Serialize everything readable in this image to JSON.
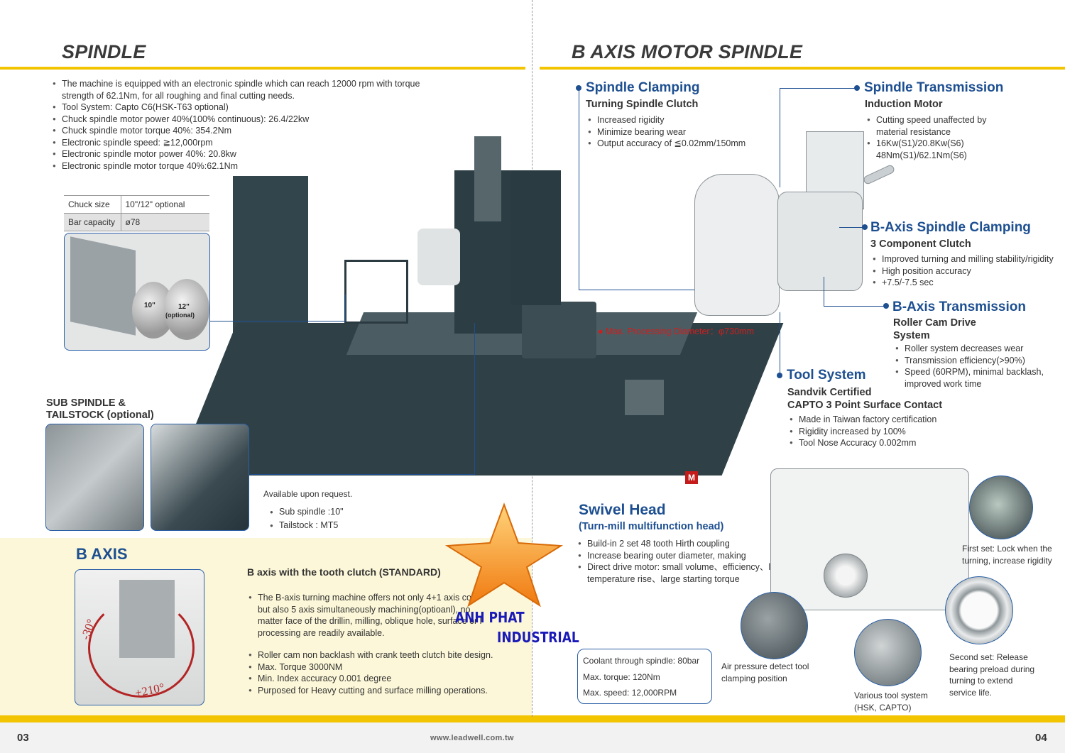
{
  "left": {
    "title": "SPINDLE",
    "bullets": [
      "The machine is equipped with an electronic spindle which can reach 12000 rpm with torque strength of 62.1Nm, for all roughing and final cutting needs.",
      "Tool System: Capto C6(HSK-T63 optional)",
      "Chuck spindle motor power 40%(100% continuous): 26.4/22kw",
      "Chuck spindle motor torque 40%: 354.2Nm",
      "Electronic spindle speed: ≧12,000rpm",
      "Electronic spindle motor power 40%: 20.8kw",
      "Electronic spindle motor torque 40%:62.1Nm"
    ],
    "spec_table": [
      {
        "label": "Chuck size",
        "value": "10\"/12\" optional"
      },
      {
        "label": "Bar capacity",
        "value": "ø78"
      }
    ],
    "chuck_labels": {
      "small": "10\"",
      "large": "12\"",
      "large_note": "(optional)"
    },
    "sub_spindle": {
      "title_line1": "SUB SPINDLE &",
      "title_line2": "TAILSTOCK (optional)",
      "note": "Available upon request.",
      "bullets": [
        "Sub spindle :10\"",
        "Tailstock : MT5"
      ]
    },
    "b_axis": {
      "title": "B AXIS",
      "subtitle": "B axis with the tooth clutch (STANDARD)",
      "para_bullets": [
        "The B-axis turning machine offers not only 4+1 axis con but also 5 axis simultaneously machining(optioanl), no matter face of the drillin, milling, oblique hole, surface or l processing are readily available."
      ],
      "bullets": [
        "Roller cam non backlash with crank teeth clutch bite design.",
        "Max. Torque 3000NM",
        "Min. Index accuracy 0.001 degree",
        "Purposed for Heavy cutting and surface milling operations."
      ],
      "angle_neg": "-30°",
      "angle_pos": "+210°"
    },
    "page_number": "03",
    "website": "www.leadwell.com.tw"
  },
  "right": {
    "title": "B AXIS MOTOR SPINDLE",
    "max_diameter": "● Max.  Processing Diameter：φ730mm",
    "spindle_clamping": {
      "title": "Spindle Clamping",
      "subtitle": "Turning Spindle Clutch",
      "bullets": [
        "Increased rigidity",
        "Minimize bearing wear",
        "Output accuracy of ≦0.02mm/150mm"
      ]
    },
    "spindle_transmission": {
      "title": "Spindle Transmission",
      "subtitle": "Induction Motor",
      "bullets": [
        "Cutting speed unaffected by material resistance",
        "16Kw(S1)/20.8Kw(S6) 48Nm(S1)/62.1Nm(S6)"
      ]
    },
    "b_axis_clamping": {
      "title": "B-Axis Spindle Clamping",
      "subtitle": "3 Component  Clutch",
      "bullets": [
        "Improved turning and milling stability/rigidity",
        "High position accuracy",
        "+7.5/-7.5 sec"
      ]
    },
    "b_axis_transmission": {
      "title": "B-Axis Transmission",
      "subtitle_line1": "Roller Cam Drive",
      "subtitle_line2": "System",
      "bullets": [
        "Roller system decreases wear",
        "Transmission efficiency(>90%)",
        "Speed (60RPM), minimal backlash, improved work time"
      ]
    },
    "tool_system": {
      "title": "Tool System",
      "subtitle_line1": "Sandvik Certified",
      "subtitle_line2": "CAPTO 3 Point Surface Contact",
      "bullets": [
        "Made in Taiwan factory certification",
        "Rigidity increased by 100%",
        "Tool Nose Accuracy 0.002mm"
      ]
    },
    "swivel_head": {
      "title": "Swivel Head",
      "subtitle": "(Turn-mill multifunction head)",
      "bullets": [
        "Build-in 2 set 48 tooth Hirth coupling",
        "Increase bearing outer diameter, making",
        "Direct drive motor: small volume、efficiency、low temperature rise、large starting torque"
      ]
    },
    "coolant_box": [
      "Coolant through spindle: 80bar",
      "Max. torque: 120Nm",
      "Max. speed: 12,000RPM"
    ],
    "captions": {
      "air": "Air pressure detect tool clamping position",
      "tool": "Various tool system (HSK, CAPTO)",
      "first": "First set: Lock when the turning, increase rigidity",
      "second": "Second set: Release bearing preload during turning to extend service life."
    },
    "page_number": "04"
  },
  "watermark": {
    "line1": "ANH PHAT",
    "line2": "INDUSTRIAL"
  },
  "colors": {
    "accent_yellow": "#f3c400",
    "heading_blue": "#1d4f91",
    "machine": "#33454c",
    "panel_yellow": "#fcf7d8"
  }
}
